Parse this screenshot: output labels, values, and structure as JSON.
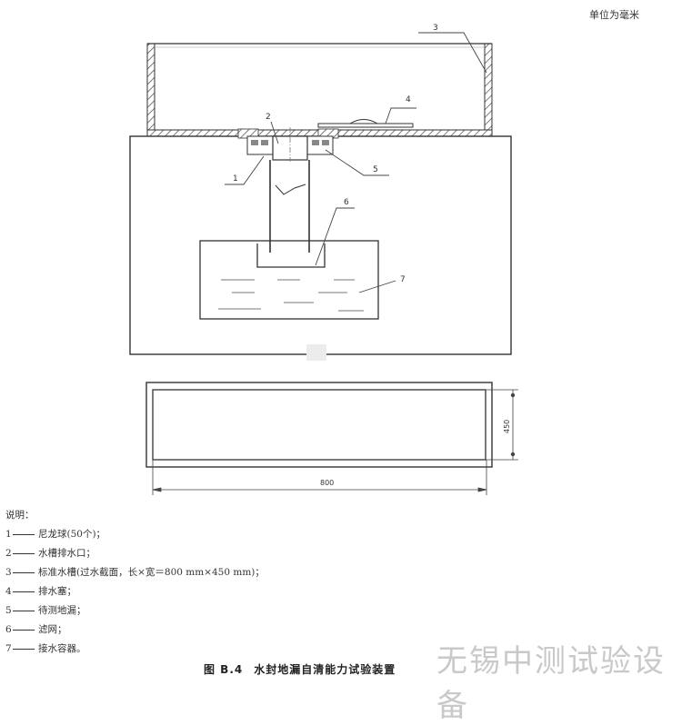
{
  "header": {
    "unit_note": "单位为毫米"
  },
  "drawing": {
    "callouts": [
      {
        "id": "1",
        "label": "1"
      },
      {
        "id": "2",
        "label": "2"
      },
      {
        "id": "3",
        "label": "3"
      },
      {
        "id": "4",
        "label": "4"
      },
      {
        "id": "5",
        "label": "5"
      },
      {
        "id": "6",
        "label": "6"
      },
      {
        "id": "7",
        "label": "7"
      }
    ],
    "dimensions": {
      "length": "800",
      "width": "450"
    }
  },
  "legend": {
    "heading": "说明：",
    "items": [
      {
        "num": "1",
        "text": "尼龙球(50个)；"
      },
      {
        "num": "2",
        "text": "水槽排水口；"
      },
      {
        "num": "3",
        "text": "标准水槽(过水截面，长×宽＝800 mm×450 mm)；"
      },
      {
        "num": "4",
        "text": "排水塞；"
      },
      {
        "num": "5",
        "text": "待测地漏；"
      },
      {
        "num": "6",
        "text": "滤网；"
      },
      {
        "num": "7",
        "text": "接水容器。"
      }
    ]
  },
  "caption": {
    "figure_no": "图 B.4",
    "title": "水封地漏自清能力试验装置"
  },
  "watermark": {
    "text": "无锡中测试验设备"
  }
}
